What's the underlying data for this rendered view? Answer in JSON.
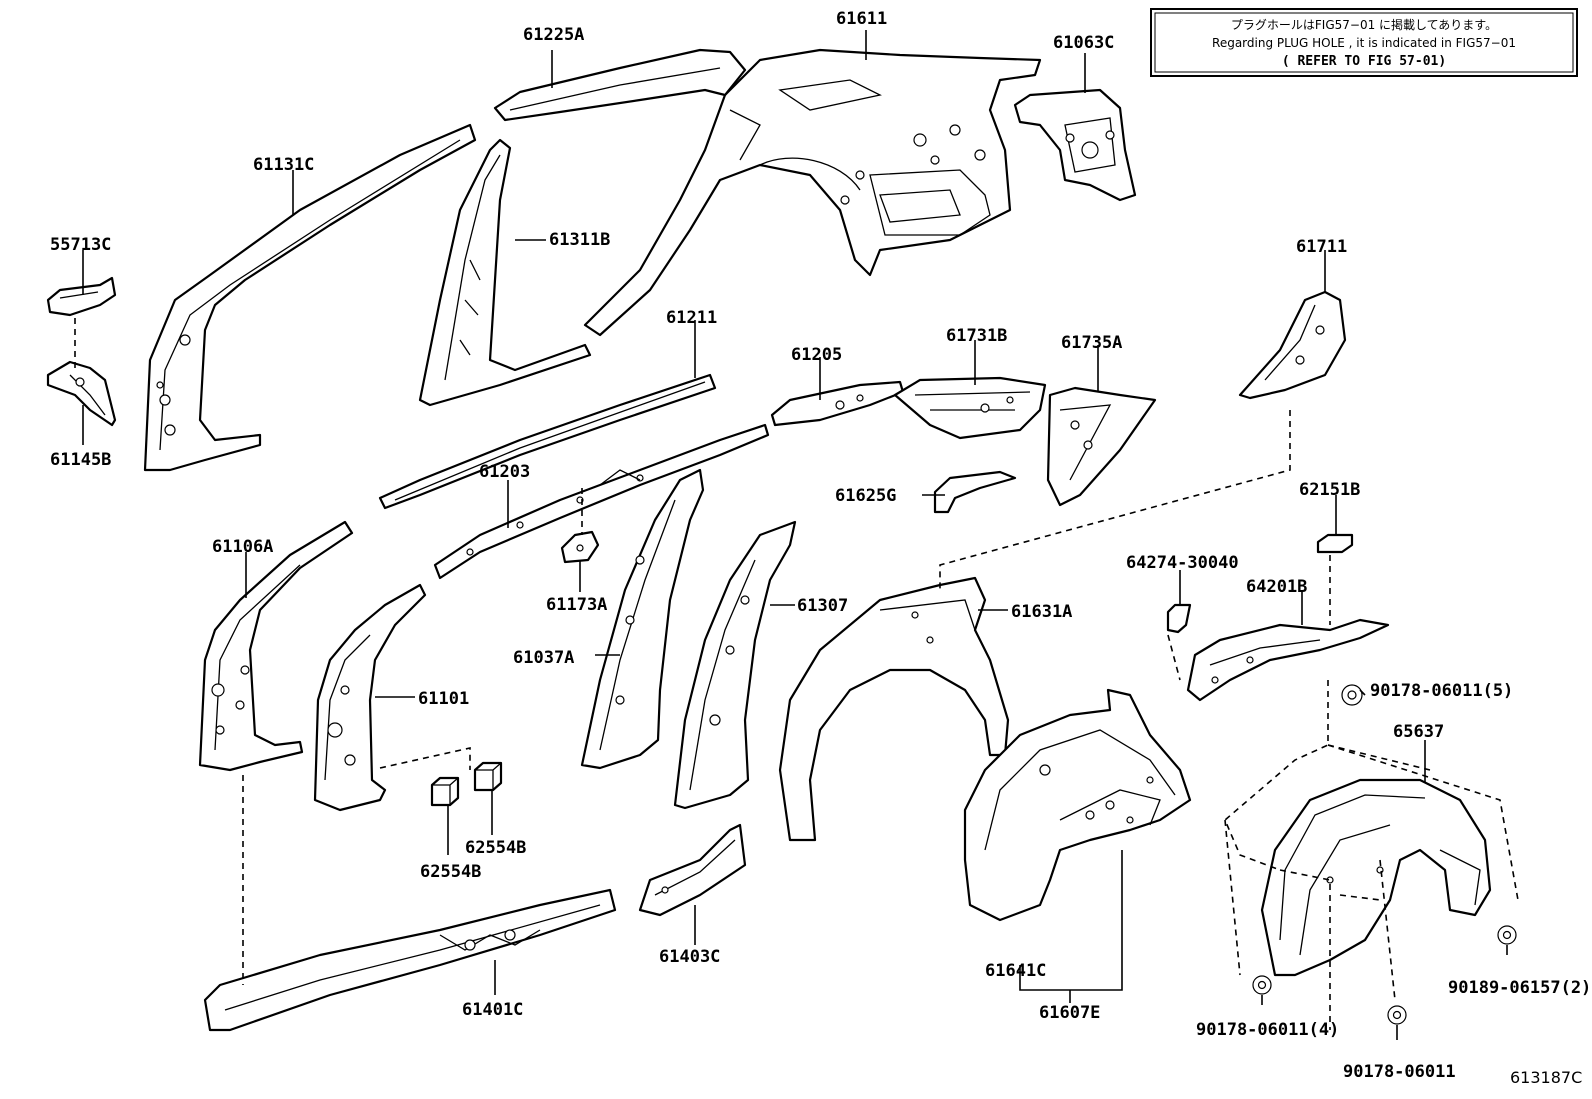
{
  "note": {
    "line1": "プラグホールはFIG57−01 に掲載してあります。",
    "line2": "Regarding PLUG HOLE , it is indicated in FIG57−01",
    "line3": "( REFER TO FIG 57-01)"
  },
  "figure_code": "613187C",
  "labels": {
    "p61225A": "61225A",
    "p61611": "61611",
    "p61063C": "61063C",
    "p61131C": "61131C",
    "p61311B": "61311B",
    "p55713C": "55713C",
    "p61145B": "61145B",
    "p61211": "61211",
    "p61205": "61205",
    "p61731B": "61731B",
    "p61735A": "61735A",
    "p61711": "61711",
    "p61203": "61203",
    "p61625G": "61625G",
    "p62151B": "62151B",
    "p64274": "64274-30040",
    "p64201B": "64201B",
    "p61106A": "61106A",
    "p61173A": "61173A",
    "p61307": "61307",
    "p61631A": "61631A",
    "p61037A": "61037A",
    "p61101": "61101",
    "p90178_5": "90178-06011(5)",
    "p65637": "65637",
    "p62554B_a": "62554B",
    "p62554B_b": "62554B",
    "p61641C": "61641C",
    "p61607E": "61607E",
    "p61403C": "61403C",
    "p61401C": "61401C",
    "p90189": "90189-06157(2)",
    "p90178_4": "90178-06011(4)",
    "p90178": "90178-06011"
  }
}
